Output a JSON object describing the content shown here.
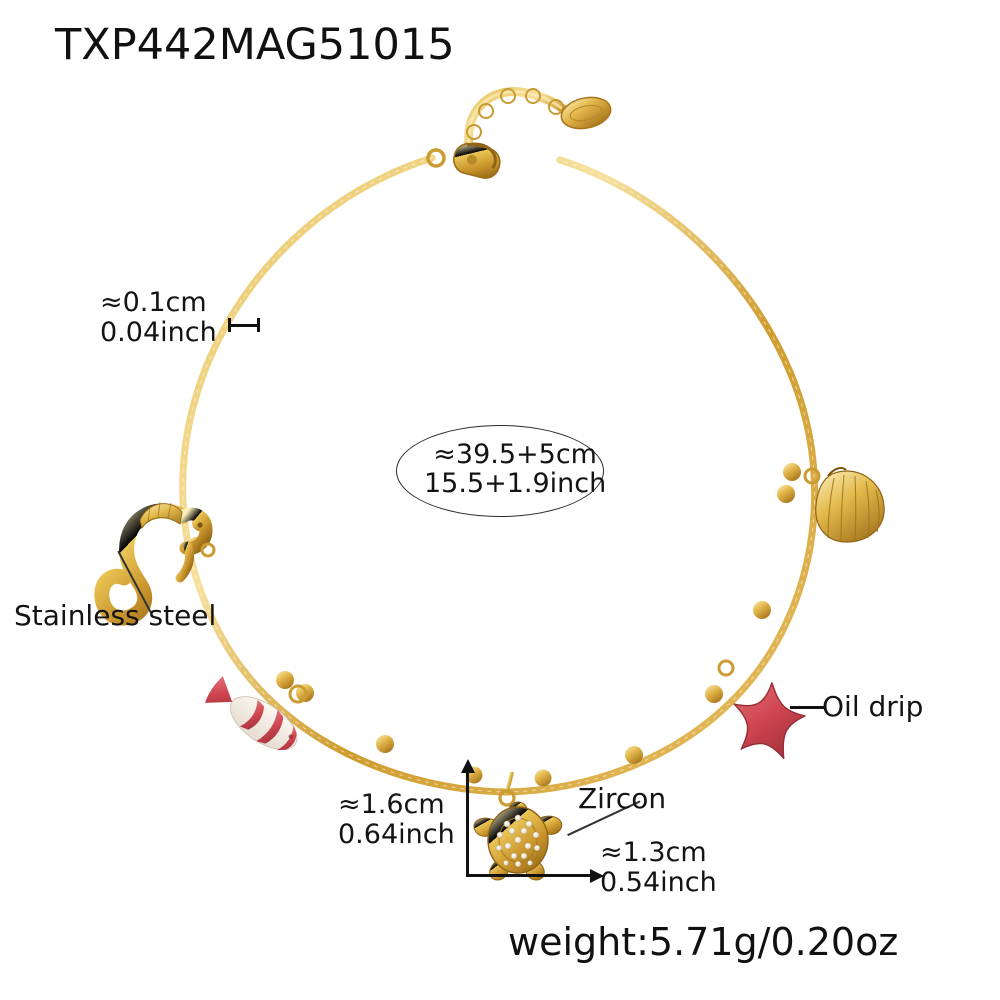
{
  "product": {
    "code": "TXP442MAG51015",
    "weight_label": "weight:5.71g/0.20oz"
  },
  "annotations": {
    "chain_width": {
      "metric": "≈0.1cm",
      "imperial": "0.04inch"
    },
    "necklace_length": {
      "metric": "≈39.5+5cm",
      "imperial": "15.5+1.9inch"
    },
    "turtle_height": {
      "metric": "≈1.6cm",
      "imperial": "0.64inch"
    },
    "turtle_width": {
      "metric": "≈1.3cm",
      "imperial": "0.54inch"
    },
    "material": "Stainless steel",
    "finish": "Oil drip",
    "stone": "Zircon"
  },
  "colors": {
    "gold_light": "#f4d98a",
    "gold_mid": "#d9a93a",
    "gold_dark": "#a9761b",
    "coral_red": "#cf4550",
    "coral_red_dark": "#a8323c",
    "enamel_white": "#f3ece4",
    "text": "#111111",
    "background": "#ffffff"
  },
  "charms": [
    {
      "name": "seahorse",
      "material": "gold"
    },
    {
      "name": "striped-fish",
      "material": "red-white-enamel"
    },
    {
      "name": "sea-turtle",
      "material": "gold-zircon"
    },
    {
      "name": "starfish",
      "material": "coral-red-enamel"
    },
    {
      "name": "scallop-shell",
      "material": "gold"
    }
  ],
  "hardware": {
    "clasp": "lobster-clasp",
    "extender": "heart-link-extender-chain",
    "tag": "oval-brand-tag"
  }
}
